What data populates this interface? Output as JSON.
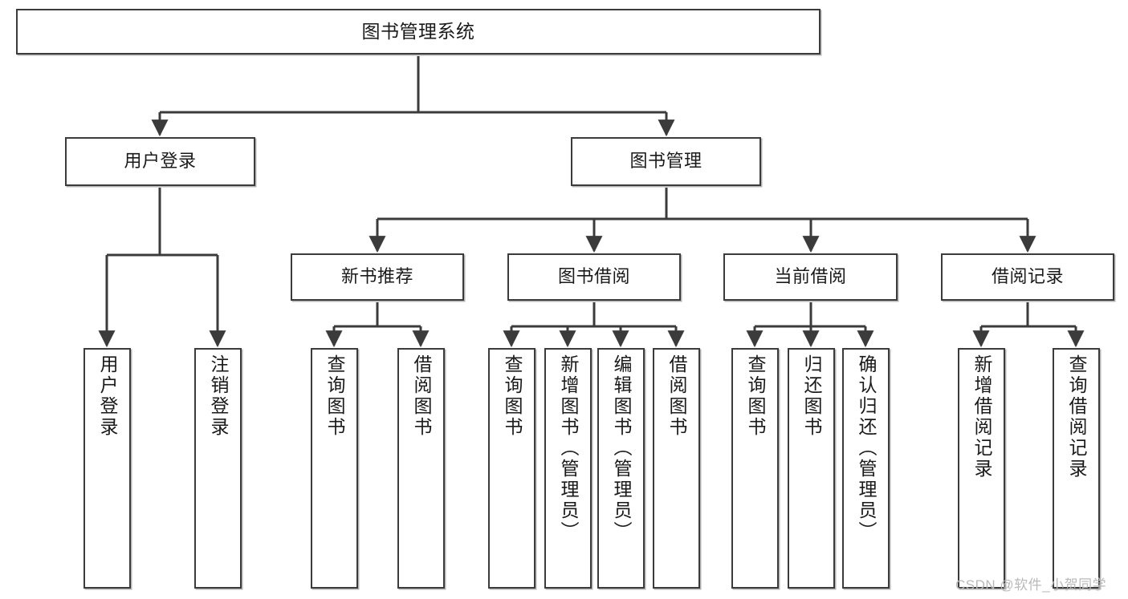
{
  "diagram": {
    "type": "tree-hierarchy",
    "title": "图书管理系统",
    "stroke_color": "#3b3b3b",
    "fill_color": "#ffffff",
    "text_color": "#1a1a1a",
    "levels": {
      "level1": [
        "图书管理系统"
      ],
      "level2": [
        "用户登录",
        "图书管理"
      ],
      "level3": [
        "新书推荐",
        "图书借阅",
        "当前借阅",
        "借阅记录"
      ],
      "level4": [
        "用户登录",
        "注销登录",
        "查询图书",
        "借阅图书",
        "查询图书",
        "新增图书（管理员）",
        "编辑图书（管理员）",
        "借阅图书",
        "查询图书",
        "归还图书",
        "确认归还（管理员）",
        "新增借阅记录",
        "查询借阅记录"
      ]
    },
    "nodes": {
      "root": {
        "label": "图书管理系统"
      },
      "user_login": {
        "label": "用户登录"
      },
      "book_manage": {
        "label": "图书管理"
      },
      "new_book_rec": {
        "label": "新书推荐"
      },
      "book_borrow": {
        "label": "图书借阅"
      },
      "current_borrow": {
        "label": "当前借阅"
      },
      "borrow_record": {
        "label": "借阅记录"
      },
      "leaf_user_login": {
        "label": "用户登录"
      },
      "leaf_user_logout": {
        "label": "注销登录"
      },
      "leaf_query_book_a": {
        "label": "查询图书"
      },
      "leaf_borrow_book_a": {
        "label": "借阅图书"
      },
      "leaf_query_book_b": {
        "label": "查询图书"
      },
      "leaf_add_book": {
        "label": "新增图书（管理员）"
      },
      "leaf_edit_book": {
        "label": "编辑图书（管理员）"
      },
      "leaf_borrow_book_b": {
        "label": "借阅图书"
      },
      "leaf_query_book_c": {
        "label": "查询图书"
      },
      "leaf_return_book": {
        "label": "归还图书"
      },
      "leaf_confirm_return": {
        "label": "确认归还（管理员）"
      },
      "leaf_add_record": {
        "label": "新增借阅记录"
      },
      "leaf_query_record": {
        "label": "查询借阅记录"
      }
    },
    "edges": [
      {
        "from": "root",
        "to": "user_login"
      },
      {
        "from": "root",
        "to": "book_manage"
      },
      {
        "from": "user_login",
        "to": "leaf_user_login"
      },
      {
        "from": "user_login",
        "to": "leaf_user_logout"
      },
      {
        "from": "book_manage",
        "to": "new_book_rec"
      },
      {
        "from": "book_manage",
        "to": "book_borrow"
      },
      {
        "from": "book_manage",
        "to": "current_borrow"
      },
      {
        "from": "book_manage",
        "to": "borrow_record"
      },
      {
        "from": "new_book_rec",
        "to": "leaf_query_book_a"
      },
      {
        "from": "new_book_rec",
        "to": "leaf_borrow_book_a"
      },
      {
        "from": "book_borrow",
        "to": "leaf_query_book_b"
      },
      {
        "from": "book_borrow",
        "to": "leaf_add_book"
      },
      {
        "from": "book_borrow",
        "to": "leaf_edit_book"
      },
      {
        "from": "book_borrow",
        "to": "leaf_borrow_book_b"
      },
      {
        "from": "current_borrow",
        "to": "leaf_query_book_c"
      },
      {
        "from": "current_borrow",
        "to": "leaf_return_book"
      },
      {
        "from": "current_borrow",
        "to": "leaf_confirm_return"
      },
      {
        "from": "borrow_record",
        "to": "leaf_add_record"
      },
      {
        "from": "borrow_record",
        "to": "leaf_query_record"
      }
    ]
  },
  "watermark": {
    "text": "CSDN @软件_小贺同学"
  }
}
